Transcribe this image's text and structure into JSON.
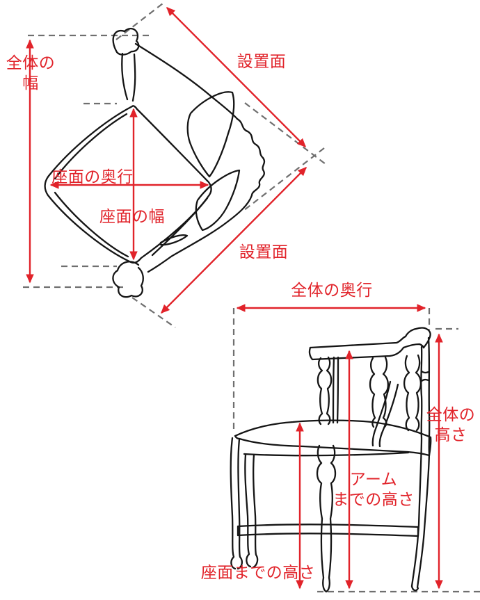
{
  "colors": {
    "dimension_red": "#e1232a",
    "line_black": "#151515",
    "guide_gray": "#6f6f6f",
    "background": "#ffffff"
  },
  "top_view": {
    "labels": {
      "overall_width": {
        "line1": "全体の",
        "line2": "幅"
      },
      "installation_surface_upper": "設置面",
      "seat_depth": "座面の奥行",
      "seat_width": "座面の幅",
      "installation_surface_lower": "設置面"
    }
  },
  "front_view": {
    "labels": {
      "overall_depth": "全体の奥行",
      "overall_height": {
        "line1": "全体の",
        "line2": "高さ"
      },
      "arm_height": {
        "line1": "アーム",
        "line2": "までの高さ"
      },
      "seat_height": "座面までの高さ"
    }
  }
}
